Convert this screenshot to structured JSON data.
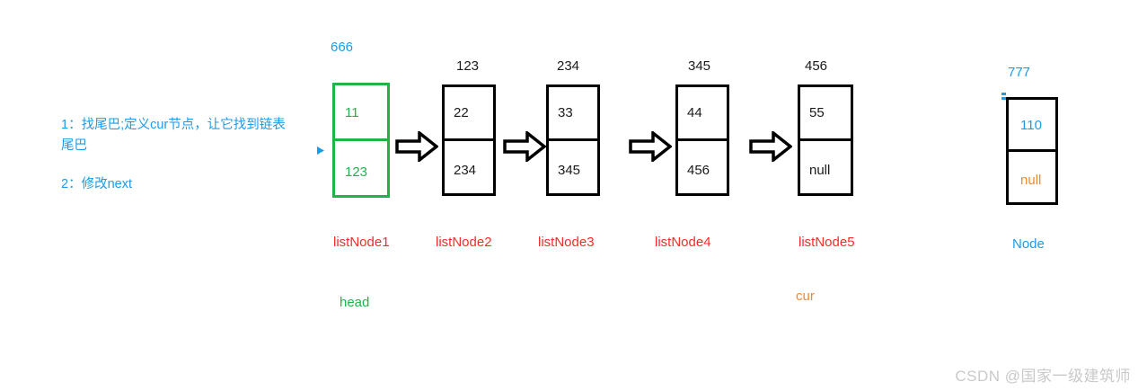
{
  "notes": {
    "line1": "1：找尾巴;定义cur节点，让它找到链表尾巴",
    "line2": "2：修改next"
  },
  "diagram": {
    "title_color_blue": "#1E9BE8",
    "color_red": "#FB2B2B",
    "color_green": "#22B24C",
    "color_orange": "#F08A30",
    "color_black": "#000000",
    "arrow_icon": "block-arrow-right",
    "caret_icon": "small-blue-caret",
    "list_nodes": [
      {
        "address": "666",
        "address_color": "blue",
        "border": "green",
        "data": "11",
        "next": "123",
        "name": "listNode1",
        "pointer": "head",
        "pointer_color": "green"
      },
      {
        "address": "123",
        "address_color": "black",
        "border": "black",
        "data": "22",
        "next": "234",
        "name": "listNode2",
        "pointer": "",
        "pointer_color": ""
      },
      {
        "address": "234",
        "address_color": "black",
        "border": "black",
        "data": "33",
        "next": "345",
        "name": "listNode3",
        "pointer": "",
        "pointer_color": ""
      },
      {
        "address": "345",
        "address_color": "black",
        "border": "black",
        "data": "44",
        "next": "456",
        "name": "listNode4",
        "pointer": "",
        "pointer_color": ""
      },
      {
        "address": "456",
        "address_color": "black",
        "border": "black",
        "data": "55",
        "next": "null",
        "name": "listNode5",
        "pointer": "cur",
        "pointer_color": "orange"
      }
    ],
    "standalone_node": {
      "address": "777",
      "address_color": "blue",
      "border": "black",
      "data": "110",
      "next": "null",
      "name": "Node",
      "name_color": "blue"
    }
  },
  "watermark": {
    "text": "CSDN @国家一级建筑师"
  }
}
